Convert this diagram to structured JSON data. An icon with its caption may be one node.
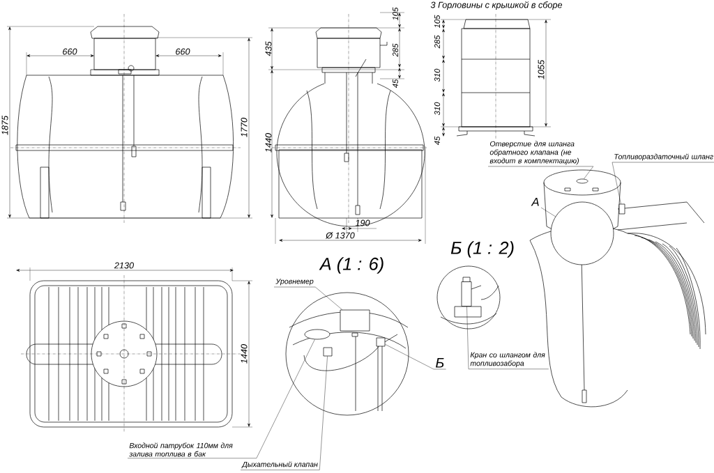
{
  "diagram": {
    "nodes": [
      {
        "text": [
          "Отверстие для шланга обратного клапана (не входит в комплектацию)"
        ]
      },
      {
        "text": [
          "Топливораздаточный шланг"
        ]
      },
      {
        "text": [
          "А"
        ]
      },
      {
        "text": [
          "Уровнемер"
        ]
      },
      {
        "text": [
          "Б"
        ]
      },
      {
        "text": [
          "Кран со шлангом для топливозабора"
        ]
      },
      {
        "text": [
          "Входной патрубок 110мм для залива топлива в бак"
        ]
      },
      {
        "text": [
          "Дыхательный клапан"
        ]
      },
      {
        "text": [],
        "shape": "circle"
      },
      {
        "text": [],
        "shape": "box"
      },
      {
        "text": [],
        "shape": "circle"
      },
      {
        "text": [],
        "shape": "box"
      },
      {
        "text": [],
        "shape": "box"
      },
      {
        "text": [],
        "shape": "box"
      },
      {
        "text": [],
        "shape": "circle"
      },
      {
        "text": [],
        "shape": "box"
      }
    ],
    "edges": [
      {
        "from": 0,
        "to": 8,
        "arrow": "none"
      },
      {
        "from": 1,
        "to": 9,
        "arrow": "none"
      },
      {
        "from": 2,
        "to": 10,
        "arrow": "none"
      },
      {
        "from": 3,
        "to": 11,
        "arrow": "none"
      },
      {
        "from": 4,
        "to": 12,
        "arrow": "none"
      },
      {
        "from": 5,
        "to": 13,
        "arrow": "none"
      },
      {
        "from": 6,
        "to": 14,
        "arrow": "none"
      },
      {
        "from": 7,
        "to": 15,
        "arrow": "none"
      }
    ],
    "labels": [
      "3 Горловины с крышкой в сборе",
      "660",
      "660",
      "1875",
      "1770",
      "105",
      "435",
      "285",
      "45",
      "1440",
      "190",
      "Ø 1370",
      "105",
      "285",
      "310",
      "310",
      "45",
      "1055",
      "2130",
      "1440",
      "А (1 : 6)",
      "Б (1 : 2)"
    ]
  }
}
